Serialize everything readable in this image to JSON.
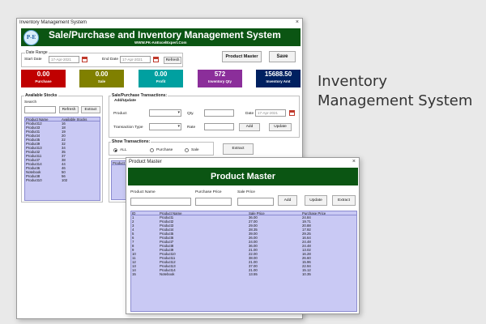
{
  "main": {
    "title": "Inventory Management System",
    "close": "×",
    "banner": {
      "logo": "P-E",
      "title": "Sale/Purchase and Inventory Management System",
      "website": "WWW.PK-AnExcelExpert.Com"
    },
    "date_range": {
      "legend": "Date Range",
      "start_label": "Start Date",
      "start_value": "17-Apr-2021",
      "end_label": "End Date",
      "end_value": "17-Apr-2021",
      "refresh": "Refresh"
    },
    "buttons": {
      "product_master": "Product Master",
      "save": "Save"
    },
    "kpis": [
      {
        "value": "0.00",
        "label": "Purchase",
        "color": "#c00000"
      },
      {
        "value": "0.00",
        "label": "Sale",
        "color": "#808000"
      },
      {
        "value": "0.00",
        "label": "Profit",
        "color": "#00a0a0"
      },
      {
        "value": "572",
        "label": "Inventory Qty",
        "color": "#8b2e9a"
      },
      {
        "value": "15688.50",
        "label": "Inventory Amt",
        "color": "#002060"
      }
    ],
    "stocks": {
      "legend": "Available Stocks",
      "search_label": "Search",
      "refresh": "Refresh",
      "extract": "Extract",
      "columns": [
        "Product Name",
        "Available Stocks"
      ],
      "rows": [
        [
          "Product12",
          "16"
        ],
        [
          "Product3",
          "18"
        ],
        [
          "Product1",
          "19"
        ],
        [
          "Product4",
          "20"
        ],
        [
          "Product5",
          "22"
        ],
        [
          "Product9",
          "32"
        ],
        [
          "Product13",
          "34"
        ],
        [
          "Product2",
          "35"
        ],
        [
          "Product11",
          "37"
        ],
        [
          "Product7",
          "38"
        ],
        [
          "Product14",
          "44"
        ],
        [
          "Product6",
          "46"
        ],
        [
          "Notebook",
          "50"
        ],
        [
          "Product8",
          "56"
        ],
        [
          "Product10",
          "102"
        ]
      ]
    },
    "transactions": {
      "legend": "Sale/Purchase Transactions:",
      "sub": "Add/Update",
      "product_label": "Product",
      "qty_label": "Qty.",
      "date_label": "Date",
      "date_value": "17-Apr-2021",
      "type_label": "Transaction Type",
      "rate_label": "Rate",
      "add": "Add",
      "update": "Update"
    },
    "show": {
      "legend": "Show Transactions:",
      "options": [
        "ALL",
        "Purchase",
        "Sale"
      ],
      "selected": "ALL",
      "extract": "Extract"
    },
    "bottom_grid_header": "Product"
  },
  "product_master": {
    "title": "Product Master",
    "close": "×",
    "banner": "Product Master",
    "labels": {
      "name": "Product Name",
      "purchase": "Purchase Price",
      "sale": "Sale Price"
    },
    "buttons": {
      "add": "Add",
      "update": "Update",
      "extract": "Extract"
    },
    "columns": [
      "ID",
      "Product Name",
      "Sale Price",
      "Purchase Price"
    ],
    "rows": [
      [
        "1",
        "Product1",
        "36.00",
        "24.84"
      ],
      [
        "2",
        "Product2",
        "27.00",
        "19.71"
      ],
      [
        "3",
        "Product3",
        "29.00",
        "20.88"
      ],
      [
        "4",
        "Product4",
        "28.35",
        "17.92"
      ],
      [
        "5",
        "Product5",
        "39.00",
        "29.25"
      ],
      [
        "6",
        "Product6",
        "26.00",
        "16.64"
      ],
      [
        "7",
        "Product7",
        "24.00",
        "24.48"
      ],
      [
        "8",
        "Product8",
        "36.00",
        "24.48"
      ],
      [
        "9",
        "Product9",
        "21.00",
        "13.02"
      ],
      [
        "10",
        "Product10",
        "22.00",
        "16.28"
      ],
      [
        "11",
        "Product11",
        "38.00",
        "26.60"
      ],
      [
        "12",
        "Product12",
        "21.00",
        "15.96"
      ],
      [
        "13",
        "Product13",
        "37.00",
        "22.94"
      ],
      [
        "14",
        "Product14",
        "21.00",
        "15.12"
      ],
      [
        "15",
        "Notebook",
        "13.55",
        "10.35"
      ]
    ]
  },
  "side_title": {
    "line1": "Inventory",
    "line2": "Management System"
  }
}
